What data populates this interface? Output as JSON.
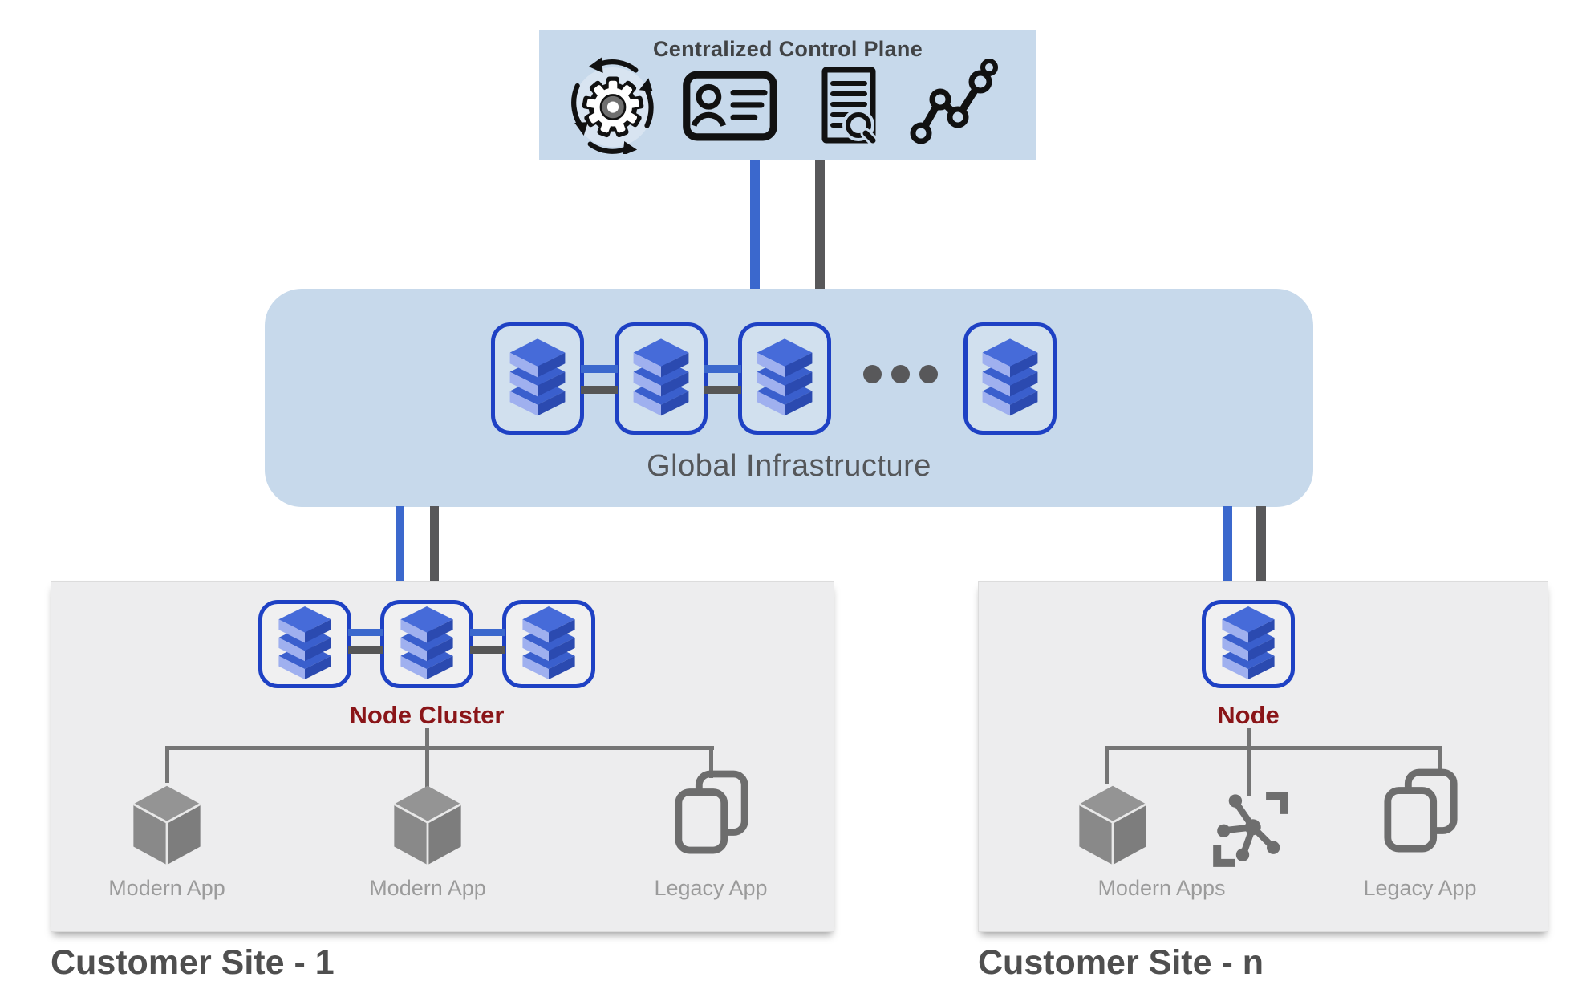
{
  "control_plane": {
    "title": "Centralized Control Plane",
    "icons": [
      "sync-automation-gear",
      "identity-card",
      "audit-document-search",
      "analytics-graph"
    ]
  },
  "global_infrastructure": {
    "label": "Global Infrastructure",
    "visible_node_count": 4,
    "ellipsis_dots": 3
  },
  "customer_site_1": {
    "title": "Customer Site - 1",
    "node_group_label": "Node Cluster",
    "node_count": 3,
    "apps": [
      "Modern App",
      "Modern App",
      "Legacy App"
    ]
  },
  "customer_site_n": {
    "title": "Customer Site - n",
    "node_group_label": "Node",
    "node_count": 1,
    "apps": [
      "Modern Apps",
      "Legacy App"
    ]
  },
  "colors": {
    "panel_blue": "#c7d9eb",
    "site_gray": "#ededee",
    "node_border_blue": "#1e41c4",
    "stack_top_blue": "#3a5fcd",
    "stack_light_blue": "#9fb0ef",
    "stack_dark_blue": "#2b4ab0",
    "connector_blue": "#3b68cd",
    "connector_gray": "#58585a",
    "tree_line_gray": "#757575",
    "group_label_maroon": "#8a1518",
    "app_label_gray": "#9b9b9b",
    "site_title_gray": "#4f4f4f",
    "infra_label_gray": "#55575a",
    "icon_black": "#111111",
    "app_icon_gray": "#8f8f8f"
  }
}
